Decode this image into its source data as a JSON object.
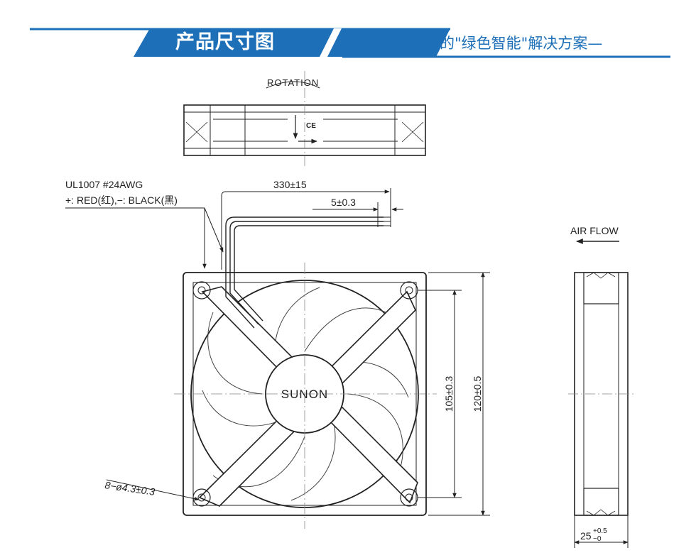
{
  "header": {
    "title": "产品尺寸图",
    "subtitle": "—尊享定制化的\"绿色智能\"解决方案—",
    "accent_color": "#1d6fb8"
  },
  "drawing": {
    "rotation_label": "ROTATION",
    "ce_mark": "CE",
    "wire_spec": "UL1007  #24AWG",
    "wire_colors": "+: RED(红),−: BLACK(黑)",
    "lead_length": "330±15",
    "strip_length": "5±0.3",
    "hub_brand": "SUNON",
    "hole_spec": "8−ø4.3±0.3",
    "hole_spacing": "105±0.3",
    "frame_size": "120±0.5",
    "airflow_label": "AIR  FLOW",
    "depth_base": "25",
    "depth_tol_upper": "+0.5",
    "depth_tol_lower": "−0"
  }
}
